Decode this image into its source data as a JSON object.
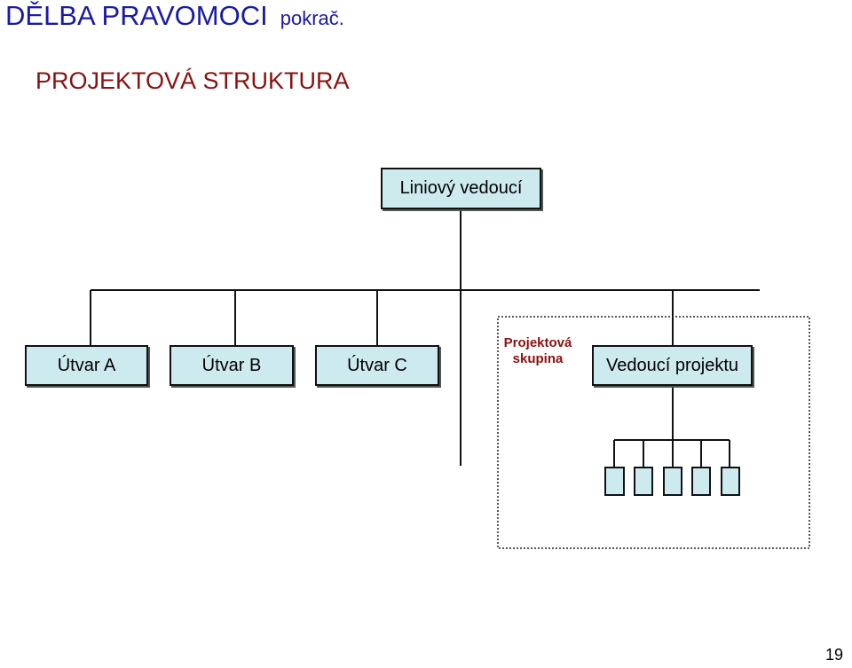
{
  "header": {
    "title": "DĚLBA PRAVOMOCI",
    "continuation": "pokrač."
  },
  "subtitle": "PROJEKTOVÁ STRUKTURA",
  "diagram": {
    "top_box": "Liniový vedoucí",
    "units": [
      "Útvar A",
      "Útvar B",
      "Útvar C"
    ],
    "project_group": {
      "line1": "Projektová",
      "line2": "skupina"
    },
    "project_leader": "Vedoucí projektu",
    "member_count": 5
  },
  "footer": {
    "page_number": "19"
  },
  "colors": {
    "box_fill": "#cdebee",
    "title": "#1a1aa8",
    "subtitle": "#8b1010"
  }
}
